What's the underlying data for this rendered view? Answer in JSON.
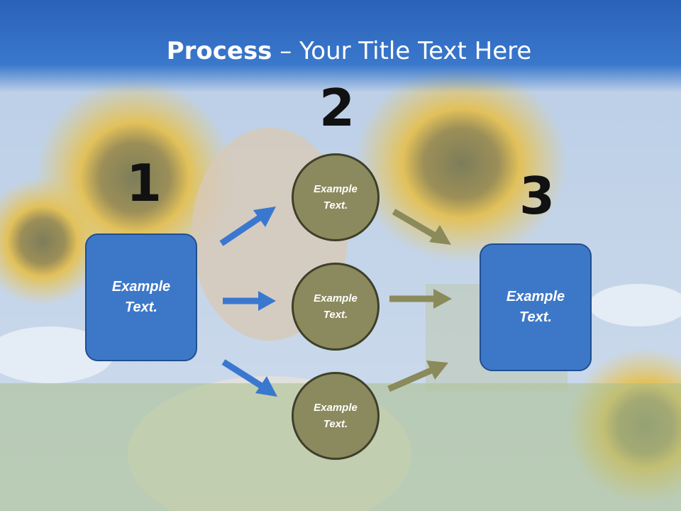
{
  "header": {
    "title_bold": "Process",
    "title_rest": " – Your Title Text Here"
  },
  "steps": {
    "step1_number": "1",
    "step2_number": "2",
    "step3_number": "3"
  },
  "left_box": {
    "text_line1": "Example",
    "text_line2": "Text."
  },
  "right_box": {
    "text_line1": "Example",
    "text_line2": "Text."
  },
  "circles": [
    {
      "line1": "Example",
      "line2": "Text."
    },
    {
      "line1": "Example",
      "line2": "Text."
    },
    {
      "line1": "Example",
      "line2": "Text."
    }
  ],
  "colors": {
    "header_blue": "#2a62b8",
    "box_blue": "#3d78c8",
    "circle_olive": "#8a8a5e",
    "arrow_blue": "#3a78d0",
    "arrow_olive": "#8a8a5a"
  }
}
